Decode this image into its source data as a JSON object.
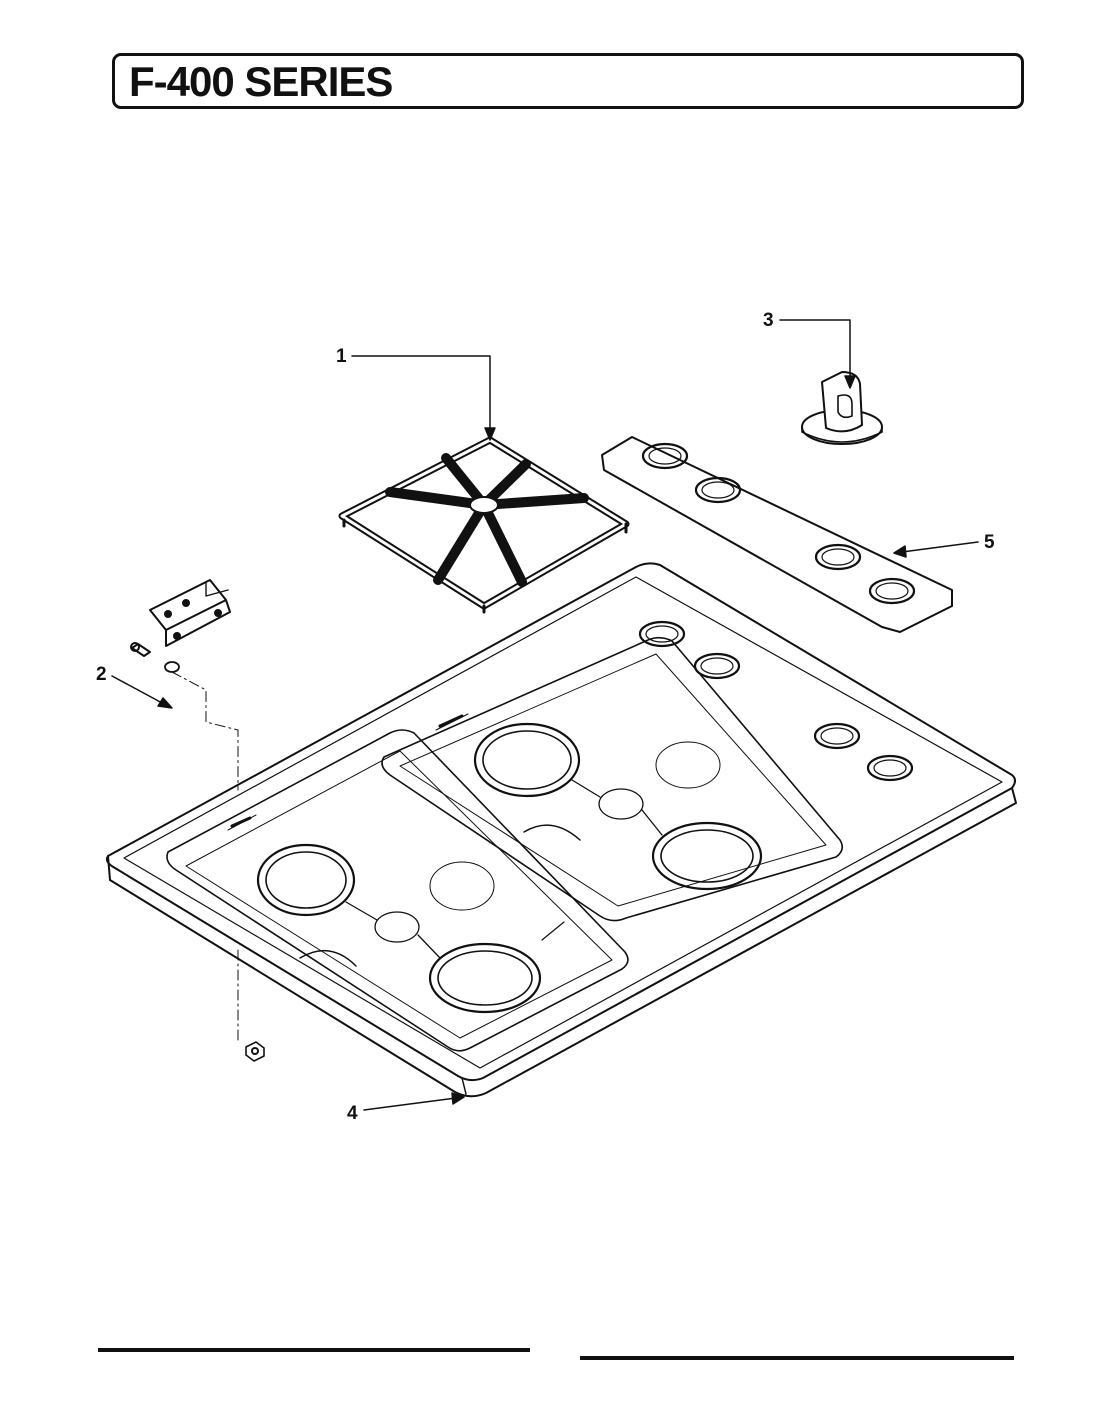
{
  "title": "F-400 SERIES",
  "callouts": [
    "1",
    "2",
    "3",
    "4",
    "5"
  ],
  "icons": [
    "burner-grate",
    "mounting-bracket",
    "control-knob",
    "cooktop",
    "control-panel-insert"
  ]
}
